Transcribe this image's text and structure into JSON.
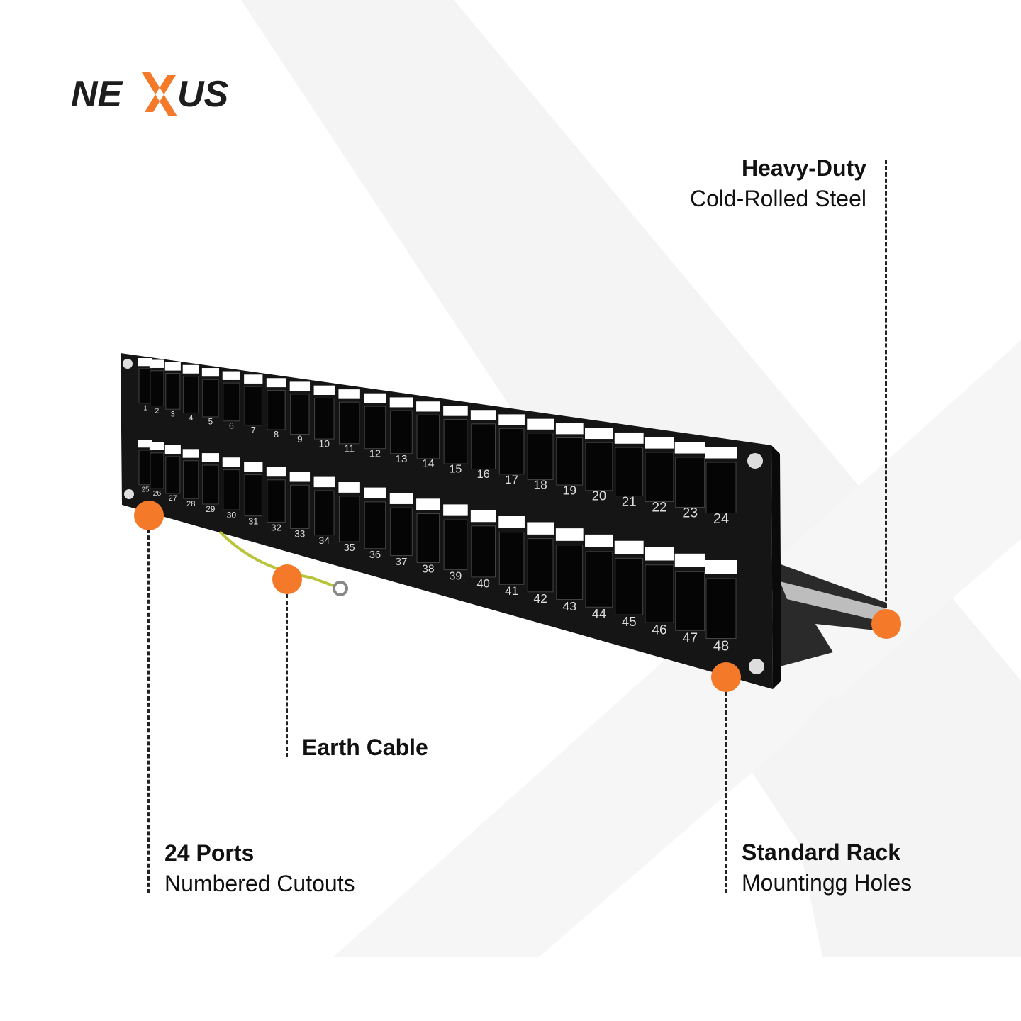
{
  "brand": {
    "logo_text": "NEXUS",
    "accent_color": "#f47a2a",
    "text_color": "#1d1d1d"
  },
  "callouts": {
    "steel": {
      "title": "Heavy-Duty",
      "subtitle": "Cold-Rolled Steel"
    },
    "earth": {
      "title": "Earth Cable"
    },
    "ports": {
      "title": "24 Ports",
      "subtitle": "Numbered Cutouts"
    },
    "rack": {
      "title": "Standard Rack",
      "subtitle": "Mountingg Holes"
    }
  },
  "panel": {
    "ports_per_row": 24,
    "rows": 2,
    "panel_color": "#151515"
  }
}
